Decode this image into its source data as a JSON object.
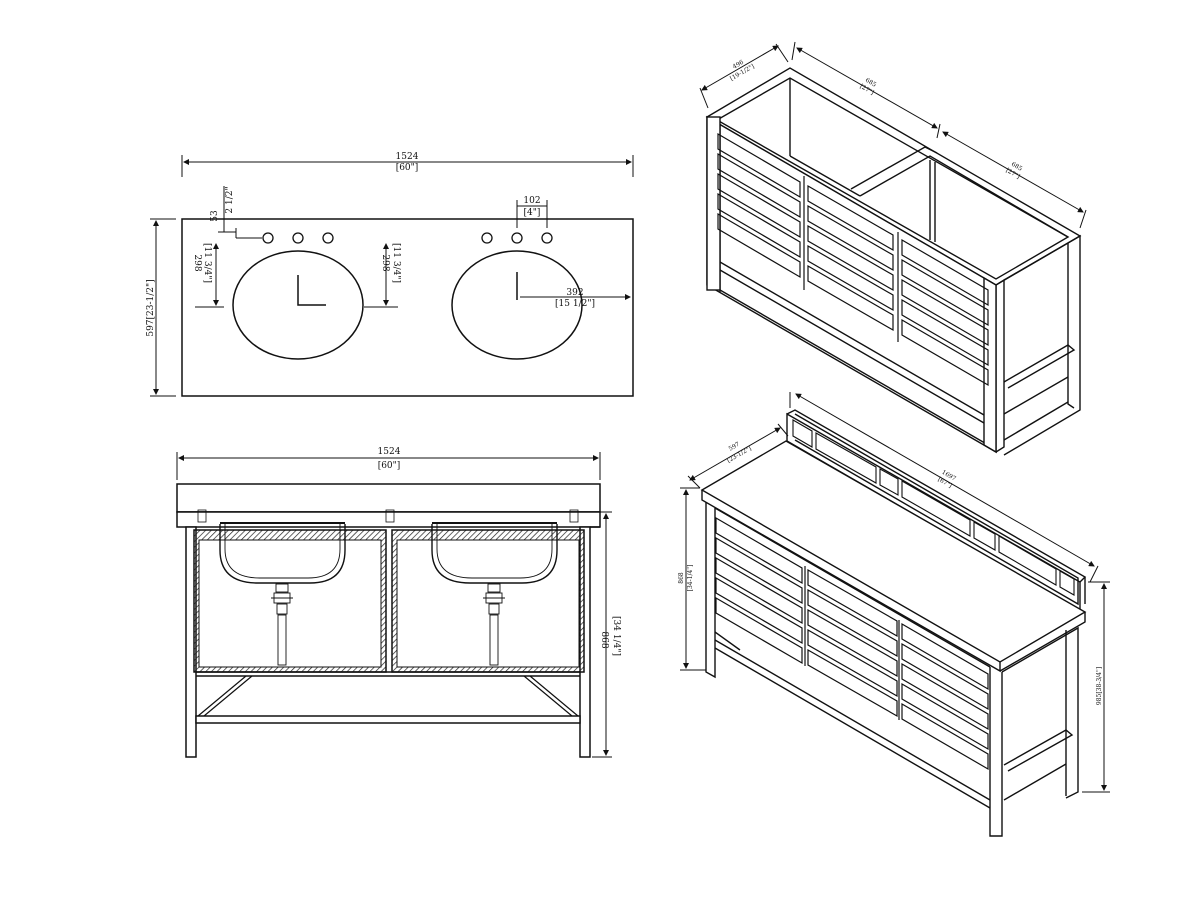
{
  "top_view": {
    "width_mm": "1524",
    "width_in": "[60\"]",
    "depth_label": "597[23-1/2\"]",
    "backsplash_mm": "53",
    "backsplash_in": "2 1/2\"",
    "faucet_spread_mm": "102",
    "faucet_spread_in": "[4\"]",
    "left_offset_mm": "298",
    "left_offset_in": "[11 3/4\"]",
    "right_offset_mm": "298",
    "right_offset_in": "[11 3/4\"]",
    "center_mm": "392",
    "center_in": "[15 1/2\"]"
  },
  "front_view": {
    "width_mm": "1524",
    "width_in": "[60\"]",
    "height_mm": "868",
    "height_in": "[34 1/4\"]"
  },
  "iso_top": {
    "depth_mm": "496",
    "depth_in": "[19-1/2\"]",
    "bay1_mm": "685",
    "bay1_in": "[27\"]",
    "bay2_mm": "685",
    "bay2_in": "[27\"]"
  },
  "iso_bottom": {
    "depth_mm": "597",
    "depth_in": "[23-1/2\"]",
    "width_mm": "1697",
    "width_in": "[67\"]",
    "height_mm": "868",
    "height_in": "[34-1/4\"]",
    "total_height_label": "985[38-3/4\"]"
  }
}
